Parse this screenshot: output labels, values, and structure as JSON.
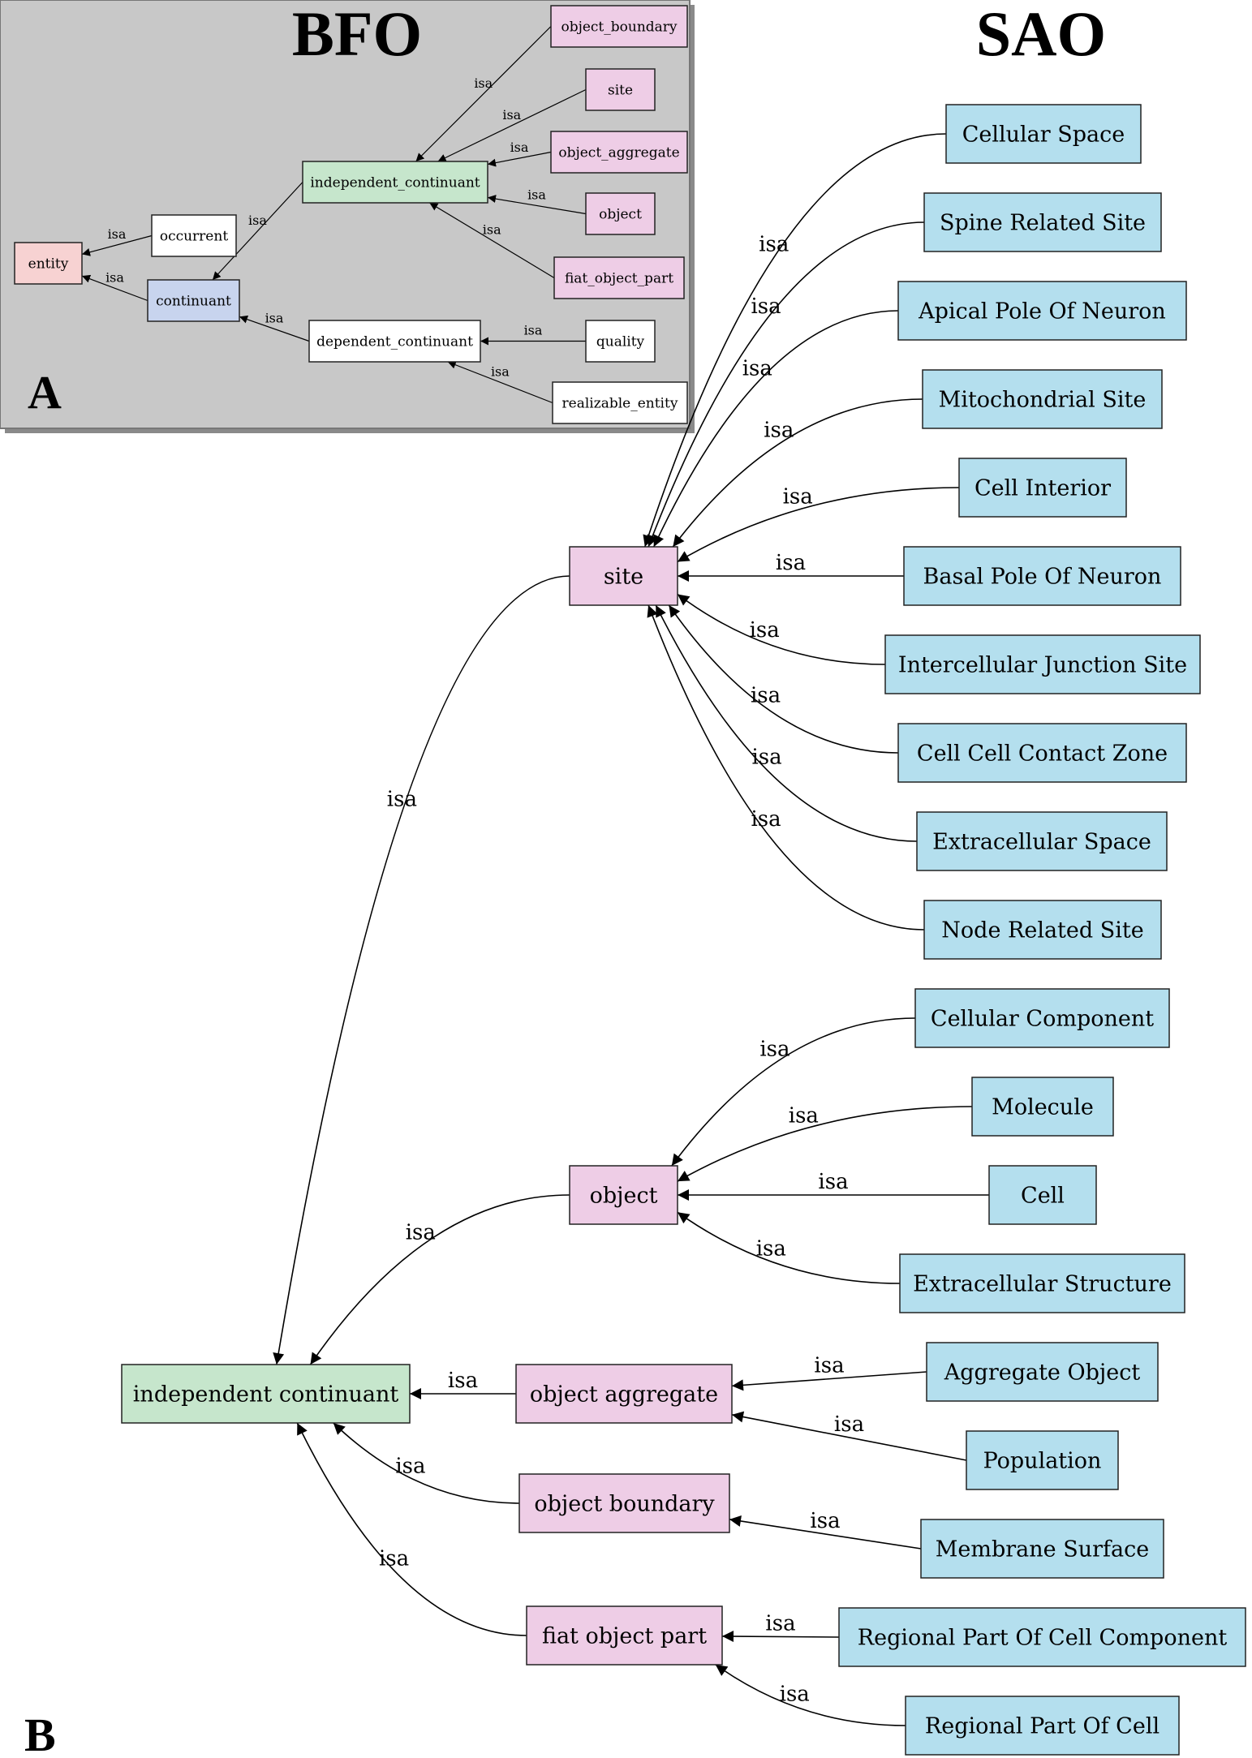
{
  "headings": {
    "bfo": "BFO",
    "sao": "SAO"
  },
  "panel_labels": {
    "a": "A",
    "b": "B"
  },
  "edge_label": "isa",
  "colors": {
    "panel_bg": "#c8c8c8",
    "pink": "#eecde6",
    "green": "#c6e6cc",
    "blue": "#c8d4ee",
    "salmon": "#f7d2d2",
    "white": "#ffffff",
    "cyan": "#b4dfee"
  },
  "bfo": {
    "nodes": [
      {
        "id": "object_boundary",
        "label": "object_boundary",
        "color": "pink"
      },
      {
        "id": "site",
        "label": "site",
        "color": "pink"
      },
      {
        "id": "object_aggregate",
        "label": "object_aggregate",
        "color": "pink"
      },
      {
        "id": "independent_continuant",
        "label": "independent_continuant",
        "color": "green"
      },
      {
        "id": "object",
        "label": "object",
        "color": "pink"
      },
      {
        "id": "fiat_object_part",
        "label": "fiat_object_part",
        "color": "pink"
      },
      {
        "id": "occurrent",
        "label": "occurrent",
        "color": "white"
      },
      {
        "id": "entity",
        "label": "entity",
        "color": "salmon"
      },
      {
        "id": "continuant",
        "label": "continuant",
        "color": "blue"
      },
      {
        "id": "dependent_continuant",
        "label": "dependent_continuant",
        "color": "white"
      },
      {
        "id": "quality",
        "label": "quality",
        "color": "white"
      },
      {
        "id": "realizable_entity",
        "label": "realizable_entity",
        "color": "white"
      }
    ],
    "edges": [
      {
        "from": "object_boundary",
        "to": "independent_continuant"
      },
      {
        "from": "site",
        "to": "independent_continuant"
      },
      {
        "from": "object_aggregate",
        "to": "independent_continuant"
      },
      {
        "from": "object",
        "to": "independent_continuant"
      },
      {
        "from": "fiat_object_part",
        "to": "independent_continuant"
      },
      {
        "from": "occurrent",
        "to": "entity"
      },
      {
        "from": "continuant",
        "to": "entity"
      },
      {
        "from": "independent_continuant",
        "to": "continuant"
      },
      {
        "from": "dependent_continuant",
        "to": "continuant"
      },
      {
        "from": "quality",
        "to": "dependent_continuant"
      },
      {
        "from": "realizable_entity",
        "to": "dependent_continuant"
      }
    ]
  },
  "sao": {
    "nodes": [
      {
        "id": "cellular_space",
        "label": "Cellular Space",
        "color": "cyan"
      },
      {
        "id": "spine_related_site",
        "label": "Spine Related Site",
        "color": "cyan"
      },
      {
        "id": "apical_pole",
        "label": "Apical Pole Of Neuron",
        "color": "cyan"
      },
      {
        "id": "mitochondrial_site",
        "label": "Mitochondrial Site",
        "color": "cyan"
      },
      {
        "id": "cell_interior",
        "label": "Cell Interior",
        "color": "cyan"
      },
      {
        "id": "basal_pole",
        "label": "Basal Pole Of Neuron",
        "color": "cyan"
      },
      {
        "id": "intercellular_junction",
        "label": "Intercellular Junction Site",
        "color": "cyan"
      },
      {
        "id": "cell_cell_contact",
        "label": "Cell Cell Contact Zone",
        "color": "cyan"
      },
      {
        "id": "extracellular_space",
        "label": "Extracellular Space",
        "color": "cyan"
      },
      {
        "id": "node_related_site",
        "label": "Node Related Site",
        "color": "cyan"
      },
      {
        "id": "cellular_component",
        "label": "Cellular Component",
        "color": "cyan"
      },
      {
        "id": "molecule",
        "label": "Molecule",
        "color": "cyan"
      },
      {
        "id": "cell",
        "label": "Cell",
        "color": "cyan"
      },
      {
        "id": "extracellular_structure",
        "label": "Extracellular Structure",
        "color": "cyan"
      },
      {
        "id": "aggregate_object",
        "label": "Aggregate Object",
        "color": "cyan"
      },
      {
        "id": "population",
        "label": "Population",
        "color": "cyan"
      },
      {
        "id": "membrane_surface",
        "label": "Membrane Surface",
        "color": "cyan"
      },
      {
        "id": "regional_part_cell_component",
        "label": "Regional Part Of Cell Component",
        "color": "cyan"
      },
      {
        "id": "regional_part_cell",
        "label": "Regional Part Of Cell",
        "color": "cyan"
      },
      {
        "id": "site",
        "label": "site",
        "color": "pink"
      },
      {
        "id": "object",
        "label": "object",
        "color": "pink"
      },
      {
        "id": "independent_continuant",
        "label": "independent continuant",
        "color": "green"
      },
      {
        "id": "object_aggregate",
        "label": "object aggregate",
        "color": "pink"
      },
      {
        "id": "object_boundary",
        "label": "object boundary",
        "color": "pink"
      },
      {
        "id": "fiat_object_part",
        "label": "fiat object part",
        "color": "pink"
      }
    ],
    "edges": [
      {
        "from": "cellular_space",
        "to": "site"
      },
      {
        "from": "spine_related_site",
        "to": "site"
      },
      {
        "from": "apical_pole",
        "to": "site"
      },
      {
        "from": "mitochondrial_site",
        "to": "site"
      },
      {
        "from": "cell_interior",
        "to": "site"
      },
      {
        "from": "basal_pole",
        "to": "site"
      },
      {
        "from": "intercellular_junction",
        "to": "site"
      },
      {
        "from": "cell_cell_contact",
        "to": "site"
      },
      {
        "from": "extracellular_space",
        "to": "site"
      },
      {
        "from": "node_related_site",
        "to": "site"
      },
      {
        "from": "site",
        "to": "independent_continuant"
      },
      {
        "from": "cellular_component",
        "to": "object"
      },
      {
        "from": "molecule",
        "to": "object"
      },
      {
        "from": "cell",
        "to": "object"
      },
      {
        "from": "extracellular_structure",
        "to": "object"
      },
      {
        "from": "object",
        "to": "independent_continuant"
      },
      {
        "from": "aggregate_object",
        "to": "object_aggregate"
      },
      {
        "from": "population",
        "to": "object_aggregate"
      },
      {
        "from": "object_aggregate",
        "to": "independent_continuant"
      },
      {
        "from": "object_boundary",
        "to": "independent_continuant"
      },
      {
        "from": "membrane_surface",
        "to": "object_boundary"
      },
      {
        "from": "fiat_object_part",
        "to": "independent_continuant"
      },
      {
        "from": "regional_part_cell_component",
        "to": "fiat_object_part"
      },
      {
        "from": "regional_part_cell",
        "to": "fiat_object_part"
      }
    ]
  }
}
